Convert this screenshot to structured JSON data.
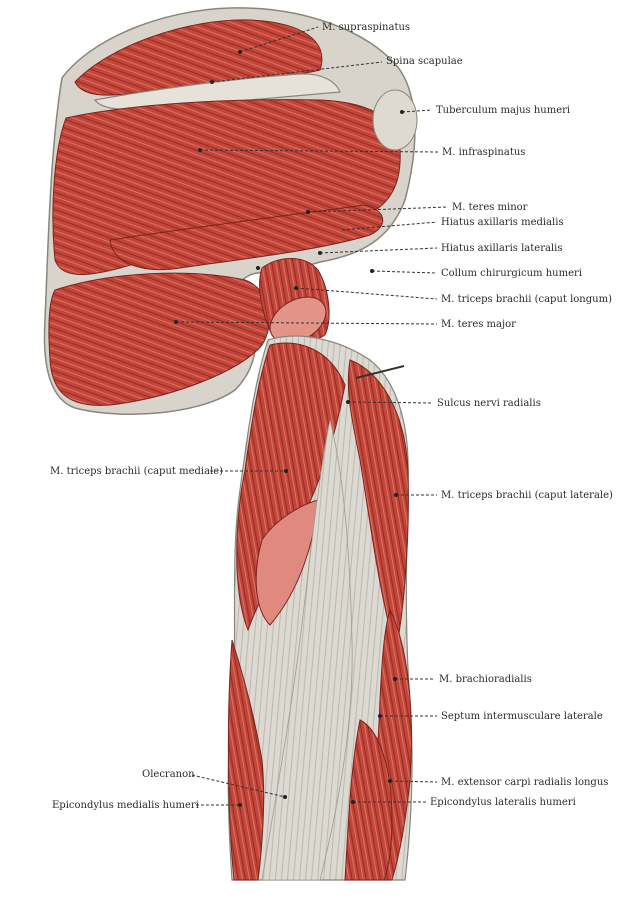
{
  "figure": {
    "labels": {
      "supraspinatus": "M. supraspinatus",
      "spina_scapulae": "Spina scapulae",
      "tuberculum_majus": "Tuberculum majus humeri",
      "infraspinatus": "M. infraspinatus",
      "teres_minor": "M. teres minor",
      "hiatus_medialis": "Hiatus axillaris medialis",
      "hiatus_lateralis": "Hiatus axillaris lateralis",
      "collum_chirurgicum": "Collum chirurgicum humeri",
      "triceps_longum": "M. triceps brachii (caput longum)",
      "teres_major": "M. teres major",
      "sulcus_radialis": "Sulcus nervi radialis",
      "triceps_mediale": "M. triceps brachii (caput mediale)",
      "triceps_laterale": "M. triceps brachii (caput laterale)",
      "brachioradialis": "M. brachioradialis",
      "septum_laterale": "Septum intermusculare laterale",
      "olecranon": "Olecranon",
      "extensor_carpi": "M. extensor carpi radialis longus",
      "epicondylus_medialis": "Epicondylus medialis humeri",
      "epicondylus_lateralis": "Epicondylus lateralis humeri"
    }
  },
  "colors": {
    "muscle": "#c4463a",
    "muscle_dark": "#8e2820",
    "muscle_light": "#e0837a",
    "tendon": "#d9d6cf",
    "tendon_shade": "#b9b4aa",
    "leader": "#333333"
  }
}
